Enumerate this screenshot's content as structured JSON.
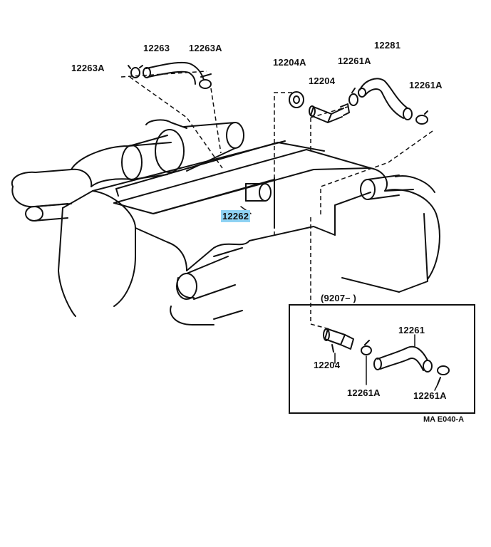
{
  "labels": {
    "hose_12263": "12263",
    "clamp_12263a_left": "12263A",
    "clamp_12263a_right": "12263A",
    "union_12204a": "12204A",
    "valve_12204_top": "12204",
    "clamp_12261a_top_left": "12261A",
    "hose_12281": "12281",
    "clamp_12261a_top_right": "12261A",
    "pipe_12262": "12262",
    "inset_range": "(9207–      )",
    "inset_hose_12261": "12261",
    "inset_valve_12204": "12204",
    "inset_clamp_12261a_left": "12261A",
    "inset_clamp_12261a_right": "12261A",
    "figure_code": "MA E040-A"
  },
  "colors": {
    "highlight": "#8fd3f4",
    "ink": "#111111",
    "paper": "#ffffff"
  }
}
